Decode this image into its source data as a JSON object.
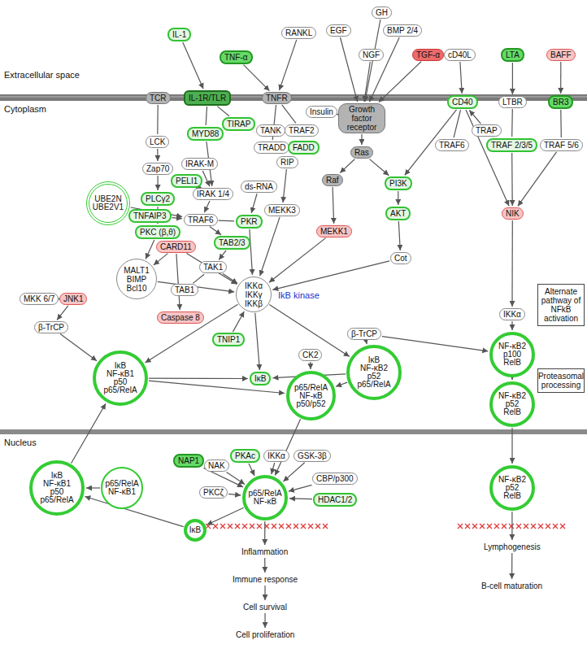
{
  "diagram": {
    "nodes": [
      {
        "text": [
          "GH"
        ]
      },
      {
        "text": [
          "RANKL"
        ]
      },
      {
        "text": [
          "EGF"
        ]
      },
      {
        "text": [
          "BMP 2/4"
        ]
      },
      {
        "text": [
          "IL-1"
        ]
      },
      {
        "text": [
          "TNF-α"
        ]
      },
      {
        "text": [
          "NGF"
        ]
      },
      {
        "text": [
          "TGF-α"
        ]
      },
      {
        "text": [
          "cD40L"
        ]
      },
      {
        "text": [
          "LTA"
        ]
      },
      {
        "text": [
          "BAFF"
        ]
      },
      {
        "text": [
          "TCR"
        ]
      },
      {
        "text": [
          "IL-1R/TLR"
        ]
      },
      {
        "text": [
          "TNFR"
        ]
      },
      {
        "text": [
          "Insulin"
        ]
      },
      {
        "text": [
          "Growth factor receptor"
        ]
      },
      {
        "text": [
          "CD40"
        ]
      },
      {
        "text": [
          "LTBR"
        ]
      },
      {
        "text": [
          "BR3"
        ]
      },
      {
        "text": [
          "LCK"
        ]
      },
      {
        "text": [
          "MYD88"
        ]
      },
      {
        "text": [
          "TIRAP"
        ]
      },
      {
        "text": [
          "TANK"
        ]
      },
      {
        "text": [
          "TRAF2"
        ]
      },
      {
        "text": [
          "TRADD"
        ]
      },
      {
        "text": [
          "FADD"
        ]
      },
      {
        "text": [
          "RIP"
        ]
      },
      {
        "text": [
          "Ras"
        ]
      },
      {
        "text": [
          "TRAF6"
        ]
      },
      {
        "text": [
          "TRAP"
        ]
      },
      {
        "text": [
          "TRAF 2/3/5"
        ]
      },
      {
        "text": [
          "TRAF 5/6"
        ]
      },
      {
        "text": [
          "Zap70"
        ]
      },
      {
        "text": [
          "IRAK-M"
        ]
      },
      {
        "text": [
          "IRAK 1/4"
        ]
      },
      {
        "text": [
          "ds-RNA"
        ]
      },
      {
        "text": [
          "Raf"
        ]
      },
      {
        "text": [
          "PI3K"
        ]
      },
      {
        "text": [
          "PELI1"
        ]
      },
      {
        "text": [
          "UBE2N",
          "UBE2V1"
        ]
      },
      {
        "text": [
          "TNFAIP3"
        ]
      },
      {
        "text": [
          "TRAF6"
        ]
      },
      {
        "text": [
          "PKR"
        ]
      },
      {
        "text": [
          "MEKK3"
        ]
      },
      {
        "text": [
          "AKT"
        ]
      },
      {
        "text": [
          "MEKK1"
        ]
      },
      {
        "text": [
          "NIK"
        ]
      },
      {
        "text": [
          "PLCγ2"
        ]
      },
      {
        "text": [
          "PKC (β,θ)"
        ]
      },
      {
        "text": [
          "CARD11"
        ]
      },
      {
        "text": [
          "TAB2/3"
        ]
      },
      {
        "text": [
          "TAK1"
        ]
      },
      {
        "text": [
          "Cot"
        ]
      },
      {
        "text": [
          "MALT1",
          "BIMP",
          "Bcl10"
        ]
      },
      {
        "text": [
          "IKKα",
          "IKKγ",
          "IKKβ"
        ]
      },
      {
        "text": [
          "MKK 6/7"
        ]
      },
      {
        "text": [
          "JNK1"
        ]
      },
      {
        "text": [
          "TAB1"
        ]
      },
      {
        "text": [
          "Caspase 8"
        ]
      },
      {
        "text": [
          "β-TrCP"
        ]
      },
      {
        "text": [
          "β-TrCP"
        ]
      },
      {
        "text": [
          "IKKα"
        ]
      },
      {
        "text": [
          "Alternate pathway of NFkB activation"
        ]
      },
      {
        "text": [
          "TNIP1"
        ]
      },
      {
        "text": [
          "IκB",
          "NF-κB1",
          "p50",
          "p65/RelA"
        ]
      },
      {
        "text": [
          "IκB"
        ]
      },
      {
        "text": [
          "IκB",
          "NF-κB2",
          "p52",
          "p65/RelA"
        ]
      },
      {
        "text": [
          "NF-κB2",
          "p100",
          "RelB"
        ]
      },
      {
        "text": [
          "CK2"
        ]
      },
      {
        "text": [
          "Proteasomal processing"
        ]
      },
      {
        "text": [
          "p65/RelA",
          "NF-κB",
          "p50/p52"
        ]
      },
      {
        "text": [
          "NF-κB2",
          "p52",
          "RelB"
        ]
      },
      {
        "text": [
          "IκB",
          "NF-κB1",
          "p50",
          "p65/RelA"
        ]
      },
      {
        "text": [
          "p65/RelA",
          "NF-κB1"
        ]
      },
      {
        "text": [
          "NAP1"
        ]
      },
      {
        "text": [
          "NAK"
        ]
      },
      {
        "text": [
          "PKAc"
        ]
      },
      {
        "text": [
          "IKKα"
        ]
      },
      {
        "text": [
          "GSK-3β"
        ]
      },
      {
        "text": [
          "PKCζ"
        ]
      },
      {
        "text": [
          "CBP/p300"
        ]
      },
      {
        "text": [
          "HDAC1/2"
        ]
      },
      {
        "text": [
          "p65/RelA",
          "NF-κB"
        ]
      },
      {
        "text": [
          "NF-κB2",
          "p52",
          "RelB"
        ]
      },
      {
        "text": [
          "IκB"
        ]
      },
      {
        "text": [
          "Inflammation"
        ]
      },
      {
        "text": [
          "Immune response"
        ]
      },
      {
        "text": [
          "Cell survival"
        ]
      },
      {
        "text": [
          "Cell proliferation"
        ]
      },
      {
        "text": [
          "Lymphogenesis"
        ]
      },
      {
        "text": [
          "B-cell maturation"
        ]
      }
    ],
    "edges": [
      {
        "from": 4,
        "to": 12,
        "arrow": "to"
      },
      {
        "from": 5,
        "to": 13,
        "arrow": "to"
      },
      {
        "from": 1,
        "to": 13,
        "arrow": "to"
      },
      {
        "from": 0,
        "to": 15,
        "arrow": "to"
      },
      {
        "from": 2,
        "to": 15,
        "arrow": "to"
      },
      {
        "from": 3,
        "to": 15,
        "arrow": "to"
      },
      {
        "from": 6,
        "to": 15,
        "arrow": "to"
      },
      {
        "from": 7,
        "to": 15,
        "arrow": "to"
      },
      {
        "from": 14,
        "to": 15,
        "arrow": "to"
      },
      {
        "from": 8,
        "to": 16,
        "arrow": "to"
      },
      {
        "from": 9,
        "to": 17,
        "arrow": "to"
      },
      {
        "from": 10,
        "to": 18,
        "arrow": "to"
      },
      {
        "from": 11,
        "to": 19,
        "arrow": "none"
      },
      {
        "from": 19,
        "to": 32,
        "arrow": "to"
      },
      {
        "from": 32,
        "to": 47,
        "arrow": "to"
      },
      {
        "from": 47,
        "to": 48,
        "arrow": "to"
      },
      {
        "from": 12,
        "to": 20,
        "arrow": "none"
      },
      {
        "from": 12,
        "to": 21,
        "arrow": "none"
      },
      {
        "from": 20,
        "to": 34,
        "arrow": "to"
      },
      {
        "from": 33,
        "to": 34,
        "arrow": "to"
      },
      {
        "from": 34,
        "to": 38,
        "arrow": "to"
      },
      {
        "from": 34,
        "to": 41,
        "arrow": "to"
      },
      {
        "from": 39,
        "to": 41,
        "arrow": "to"
      },
      {
        "from": 40,
        "to": 41,
        "arrow": "to"
      },
      {
        "from": 41,
        "to": 42,
        "arrow": "none"
      },
      {
        "from": 41,
        "to": 50,
        "arrow": "to"
      },
      {
        "from": 50,
        "to": 51,
        "arrow": "to"
      },
      {
        "from": 35,
        "to": 42,
        "arrow": "to"
      },
      {
        "from": 42,
        "to": 54,
        "arrow": "to"
      },
      {
        "from": 51,
        "to": 54,
        "arrow": "to"
      },
      {
        "from": 13,
        "to": 23,
        "arrow": "none"
      },
      {
        "from": 13,
        "to": 24,
        "arrow": "none"
      },
      {
        "from": 26,
        "to": 43,
        "arrow": "to"
      },
      {
        "from": 43,
        "to": 54,
        "arrow": "to"
      },
      {
        "from": 15,
        "to": 27,
        "arrow": "to"
      },
      {
        "from": 27,
        "to": 36,
        "arrow": "to"
      },
      {
        "from": 27,
        "to": 37,
        "arrow": "to"
      },
      {
        "from": 36,
        "to": 45,
        "arrow": "to"
      },
      {
        "from": 45,
        "to": 54,
        "arrow": "to"
      },
      {
        "from": 37,
        "to": 44,
        "arrow": "to"
      },
      {
        "from": 44,
        "to": 52,
        "arrow": "to"
      },
      {
        "from": 52,
        "to": 54,
        "arrow": "to"
      },
      {
        "from": 16,
        "to": 28,
        "arrow": "none"
      },
      {
        "from": 29,
        "to": 16,
        "arrow": "to"
      },
      {
        "from": 16,
        "to": 37,
        "arrow": "to"
      },
      {
        "from": 16,
        "to": 46,
        "arrow": "to"
      },
      {
        "from": 17,
        "to": 30,
        "arrow": "none"
      },
      {
        "from": 18,
        "to": 31,
        "arrow": "none"
      },
      {
        "from": 30,
        "to": 46,
        "arrow": "to"
      },
      {
        "from": 31,
        "to": 46,
        "arrow": "to"
      },
      {
        "from": 46,
        "to": 61,
        "arrow": "to"
      },
      {
        "from": 61,
        "to": 67,
        "arrow": "to"
      },
      {
        "from": 67,
        "to": 71,
        "arrow": "to"
      },
      {
        "from": 71,
        "to": 83,
        "arrow": "to"
      },
      {
        "from": 83,
        "to": 89,
        "arrow": "to"
      },
      {
        "from": 89,
        "to": 90,
        "arrow": "to"
      },
      {
        "from": 48,
        "to": 53,
        "arrow": "to"
      },
      {
        "from": 49,
        "to": 53,
        "arrow": "to"
      },
      {
        "from": 49,
        "to": 58,
        "arrow": "to"
      },
      {
        "from": 49,
        "to": 54,
        "arrow": "to"
      },
      {
        "from": 53,
        "to": 54,
        "arrow": "to"
      },
      {
        "from": 57,
        "to": 51,
        "arrow": "none"
      },
      {
        "from": 55,
        "to": 56,
        "arrow": "to"
      },
      {
        "from": 56,
        "to": 59,
        "arrow": "to"
      },
      {
        "from": 59,
        "to": 64,
        "arrow": "to"
      },
      {
        "from": 60,
        "to": 66,
        "arrow": "to"
      },
      {
        "from": 60,
        "to": 67,
        "arrow": "to"
      },
      {
        "from": 54,
        "to": 64,
        "arrow": "to"
      },
      {
        "from": 54,
        "to": 65,
        "arrow": "to"
      },
      {
        "from": 54,
        "to": 66,
        "arrow": "to"
      },
      {
        "from": 63,
        "to": 54,
        "arrow": "to"
      },
      {
        "from": 64,
        "to": 65,
        "arrow": "to"
      },
      {
        "from": 66,
        "to": 65,
        "arrow": "to"
      },
      {
        "from": 64,
        "to": 70,
        "arrow": "to"
      },
      {
        "from": 66,
        "to": 70,
        "arrow": "to"
      },
      {
        "from": 68,
        "to": 70,
        "arrow": "to"
      },
      {
        "from": 70,
        "to": 82,
        "arrow": "to"
      },
      {
        "from": 74,
        "to": 82,
        "arrow": "to"
      },
      {
        "from": 75,
        "to": 82,
        "arrow": "to"
      },
      {
        "from": 76,
        "to": 82,
        "arrow": "to"
      },
      {
        "from": 77,
        "to": 82,
        "arrow": "to"
      },
      {
        "from": 78,
        "to": 82,
        "arrow": "to"
      },
      {
        "from": 79,
        "to": 82,
        "arrow": "to"
      },
      {
        "from": 80,
        "to": 82,
        "arrow": "to"
      },
      {
        "from": 81,
        "to": 82,
        "arrow": "to"
      },
      {
        "from": 82,
        "to": 85,
        "arrow": "to"
      },
      {
        "from": 85,
        "to": 86,
        "arrow": "to"
      },
      {
        "from": 86,
        "to": 87,
        "arrow": "to"
      },
      {
        "from": 87,
        "to": 88,
        "arrow": "to"
      },
      {
        "from": 82,
        "to": 84,
        "arrow": "to"
      },
      {
        "from": 84,
        "to": 72,
        "arrow": "to"
      },
      {
        "from": 73,
        "to": 72,
        "arrow": "to"
      },
      {
        "from": 72,
        "to": 64,
        "arrow": "to"
      }
    ],
    "labels": [
      "Extracellular space",
      "Cytoplasm",
      "Nucleus",
      "IkB kinase"
    ]
  }
}
